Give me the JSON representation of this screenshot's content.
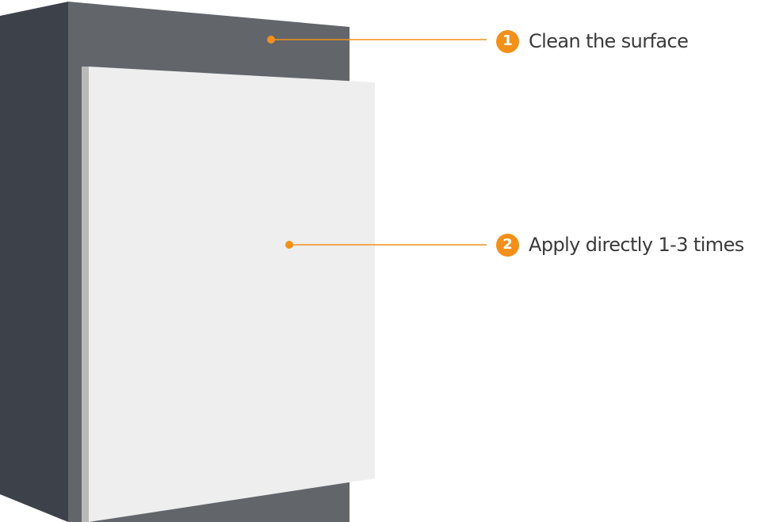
{
  "colors": {
    "accent": "#f39019",
    "wall_side": "#3d424a",
    "wall_front": "#62666b",
    "panel_edge": "#b9b9b9",
    "panel_face": "#eeeeee",
    "text": "#3a3a3a"
  },
  "steps": [
    {
      "number": "1",
      "text": "Clean the surface",
      "target": "wall-surface"
    },
    {
      "number": "2",
      "text": "Apply directly 1-3 times",
      "target": "coating-panel"
    }
  ]
}
